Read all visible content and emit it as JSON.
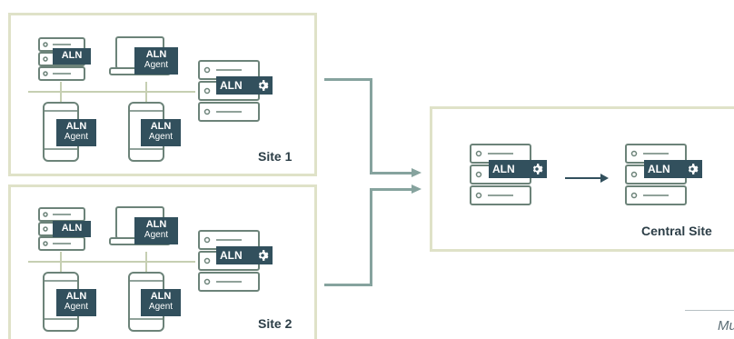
{
  "colors": {
    "box_border": "#dfe2c8",
    "device_stroke": "#6c8379",
    "tag_bg": "#32505d",
    "connector": "#86a39e",
    "lan_line": "#c6cfb2"
  },
  "sites": [
    {
      "label": "Site 1",
      "tags": {
        "server_small": "ALN",
        "laptop_top": "ALN",
        "laptop_bottom": "Agent",
        "phone1_top": "ALN",
        "phone1_bottom": "Agent",
        "phone2_top": "ALN",
        "phone2_bottom": "Agent",
        "server_main": "ALN"
      }
    },
    {
      "label": "Site 2",
      "tags": {
        "server_small": "ALN",
        "laptop_top": "ALN",
        "laptop_bottom": "Agent",
        "phone1_top": "ALN",
        "phone1_bottom": "Agent",
        "phone2_top": "ALN",
        "phone2_bottom": "Agent",
        "server_main": "ALN"
      }
    }
  ],
  "central": {
    "label": "Central Site",
    "server_a_tag": "ALN",
    "server_b_tag": "ALN"
  },
  "caption": "Mu",
  "icons": [
    "server-icon",
    "laptop-icon",
    "phone-icon",
    "gear-icon",
    "arrow-icon"
  ]
}
